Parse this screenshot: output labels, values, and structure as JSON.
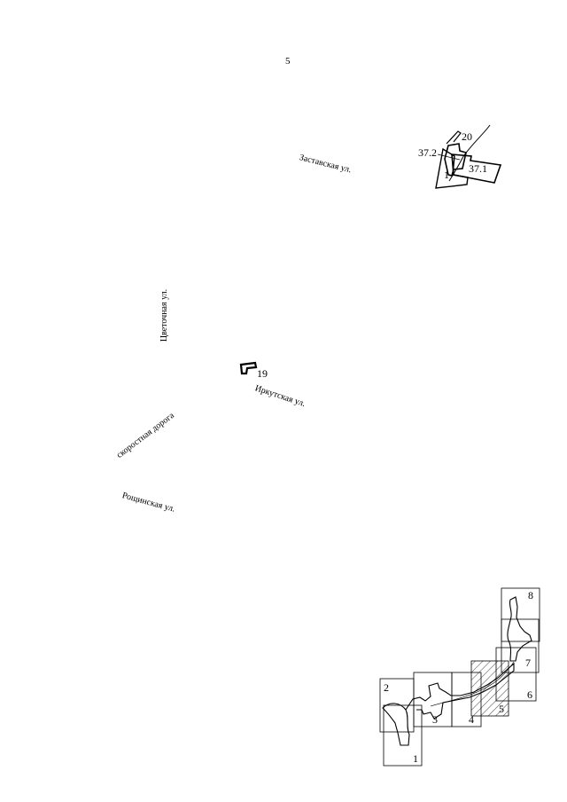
{
  "page": {
    "number": "5"
  },
  "streets": {
    "zastavskaya": "Заставская ул.",
    "tsvetochnaya": "Цветочная ул.",
    "irkutskaya": "Иркутская ул.",
    "skorostnaya": "скоростная дорога",
    "roshchinskaya": "Рощинская ул."
  },
  "parcels": {
    "label_20": "20",
    "label_37_2": "37.2",
    "label_37_1": "37.1",
    "label_1": "1",
    "label_19": "19"
  },
  "index_map": {
    "sheets": [
      "1",
      "2",
      "3",
      "4",
      "5",
      "6",
      "7",
      "8"
    ],
    "highlighted_sheet": "5"
  }
}
